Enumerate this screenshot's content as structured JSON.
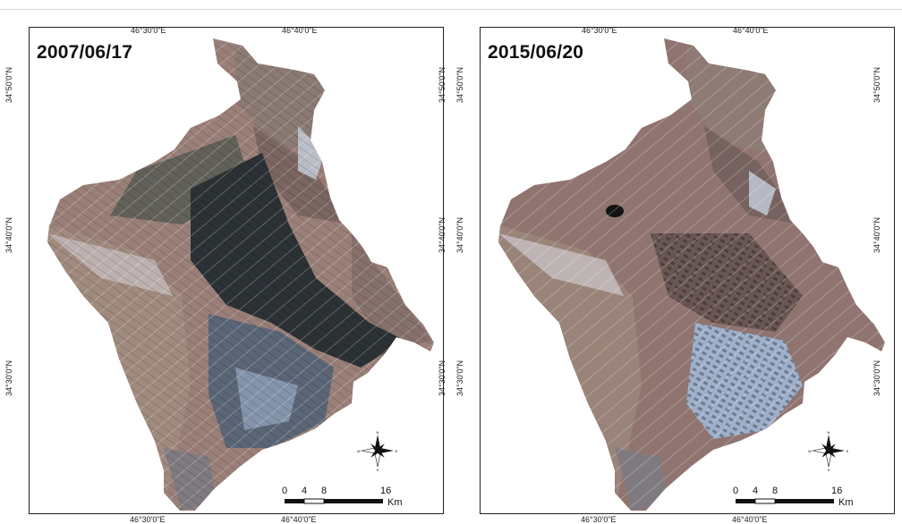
{
  "panels": [
    {
      "date": "2007/06/17",
      "top_ticks": [
        "46°30'0\"E",
        "46°40'0\"E"
      ],
      "bottom_ticks": [
        "46°30'0\"E",
        "46°40'0\"E"
      ],
      "left_ticks": [
        "34°50'0\"N",
        "34°40'0\"N",
        "34°30'0\"N"
      ],
      "right_ticks": [
        "34°50'0\"N",
        "34°40'0\"N",
        "34°30'0\"N"
      ],
      "scale": {
        "labels": [
          "0",
          "4",
          "8",
          "16"
        ],
        "unit": "Km"
      },
      "compass": {
        "n": "N",
        "s": "S",
        "e": "E",
        "w": "W"
      }
    },
    {
      "date": "2015/06/20",
      "top_ticks": [
        "46°30'0\"E",
        "46°40'0\"E"
      ],
      "bottom_ticks": [
        "46°30'0\"E",
        "46°40'0\"E"
      ],
      "left_ticks": [
        "34°50'0\"N",
        "34°40'0\"N",
        "34°30'0\"N"
      ],
      "right_ticks": [
        "34°50'0\"N",
        "34°40'0\"N",
        "34°30'0\"N"
      ],
      "scale": {
        "labels": [
          "0",
          "4",
          "8",
          "16"
        ],
        "unit": "Km"
      },
      "compass": {
        "n": "N",
        "s": "S",
        "e": "E",
        "w": "W"
      }
    }
  ],
  "colors": {
    "terrain": "#9a7f78",
    "terrain_dark": "#6f5a55",
    "cropland_2007": "#2b3135",
    "cropland_2015": "#3b3636",
    "valley_blue": "#8fa0b8",
    "frame": "#222222"
  }
}
